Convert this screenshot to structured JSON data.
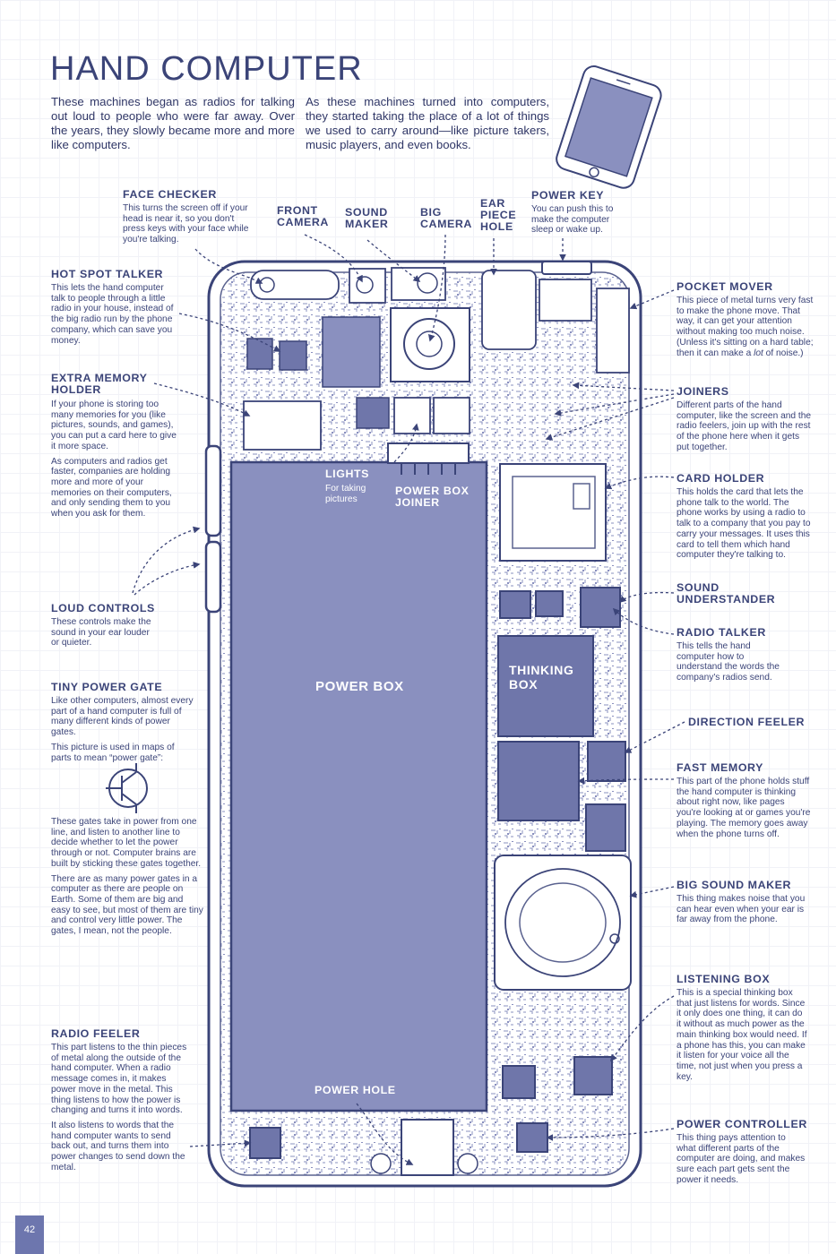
{
  "title": "HAND COMPUTER",
  "intro": {
    "left": "These machines began as radios for talking out loud to people who were far away. Over the years, they slowly became more and more like computers.",
    "right": "As these machines turned into computers, they started taking the place of a lot of things we used to carry around—like picture takers, music players, and even books."
  },
  "labels": {
    "face_checker": {
      "title": "FACE CHECKER",
      "text": "This turns the screen off if your head is near it, so you don't press keys with your face while you're talking."
    },
    "front_camera": {
      "title": "FRONT CAMERA"
    },
    "sound_maker": {
      "title": "SOUND MAKER"
    },
    "big_camera": {
      "title": "BIG CAMERA"
    },
    "ear_piece_hole": {
      "title": "EAR PIECE HOLE"
    },
    "power_key": {
      "title": "POWER KEY",
      "text": "You can push this to make the computer sleep or wake up."
    },
    "hot_spot_talker": {
      "title": "HOT SPOT TALKER",
      "text": "This lets the hand computer talk to people through a little radio in your house, instead of the big radio run by the phone company, which can save you money."
    },
    "pocket_mover": {
      "title": "POCKET MOVER",
      "text_a": "This piece of metal turns very fast to make the phone move. That way, it can get your attention without making too much noise. (Unless it's sitting on a hard table; then it can make a ",
      "text_em": "lot",
      "text_b": " of noise.)"
    },
    "extra_memory_holder": {
      "title": "EXTRA MEMORY HOLDER",
      "text1": "If your phone is storing too many memories for you (like pictures, sounds, and games), you can put a card here to give it more space.",
      "text2": "As computers and radios get faster, companies are holding more and more of your memories on their computers, and only sending them to you when you ask for them."
    },
    "joiners": {
      "title": "JOINERS",
      "text": "Different parts of the hand computer, like the screen and the radio feelers, join up with the rest of the phone here when it gets put together."
    },
    "lights": {
      "title": "LIGHTS",
      "text": "For taking pictures"
    },
    "power_box_joiner": {
      "title": "POWER BOX JOINER"
    },
    "card_holder": {
      "title": "CARD HOLDER",
      "text": "This holds the card that lets the phone talk to the world. The phone works by using a radio to talk to a company that you pay to carry your messages. It uses this card to tell them which hand computer they're talking to."
    },
    "loud_controls": {
      "title": "LOUD CONTROLS",
      "text": "These controls make the sound in your ear louder or quieter."
    },
    "sound_understander": {
      "title": "SOUND UNDERSTANDER"
    },
    "radio_talker": {
      "title": "RADIO TALKER",
      "text": "This tells the hand computer how to understand the words the company's radios send."
    },
    "tiny_power_gate": {
      "title": "TINY POWER GATE",
      "text1": "Like other computers, almost every part of a hand computer is full of many different kinds of power gates.",
      "text2": "This picture is used in maps of parts to mean “power gate”:",
      "text3": "These gates take in power from one line, and listen to another line to decide whether to let the power through or not. Computer brains are built by sticking these gates together.",
      "text4": "There are as many power gates in a computer as there are people on Earth. Some of them are big and easy to see, but most of them are tiny and control very little power. The gates, I mean, not the people."
    },
    "power_box": {
      "title": "POWER BOX"
    },
    "thinking_box": {
      "title": "THINKING BOX"
    },
    "direction_feeler": {
      "title": "DIRECTION FEELER"
    },
    "fast_memory": {
      "title": "FAST MEMORY",
      "text": "This part of the phone holds stuff the hand computer is thinking about right now, like pages you're looking at or games you're playing. The memory goes away when the phone turns off."
    },
    "big_sound_maker": {
      "title": "BIG SOUND MAKER",
      "text": "This thing makes noise that you can hear even when your ear is far away from the phone."
    },
    "listening_box": {
      "title": "LISTENING BOX",
      "text": "This is a special thinking box that just listens for words. Since it only does one thing, it can do it without as much power as the main thinking box would need. If a phone has this, you can make it listen for your voice all the time, not just when you press a key."
    },
    "radio_feeler": {
      "title": "RADIO FEELER",
      "text1": "This part listens to the thin pieces of metal along the outside of the hand computer. When a radio message comes in, it makes power move in the metal. This thing listens to how the power is changing and turns it into words.",
      "text2": "It also listens to words that the hand computer wants to send back out, and turns them into power changes to send down the metal."
    },
    "power_hole": {
      "title": "POWER HOLE"
    },
    "power_controller": {
      "title": "POWER CONTROLLER",
      "text": "This thing pays attention to what different parts of the computer are doing, and makes sure each part gets sent the power it needs."
    }
  },
  "page_number": "42",
  "colors": {
    "ink": "#3b4478",
    "fill": "#8a90bf",
    "dark_fill": "#6f76aa",
    "line": "#5a628f"
  }
}
